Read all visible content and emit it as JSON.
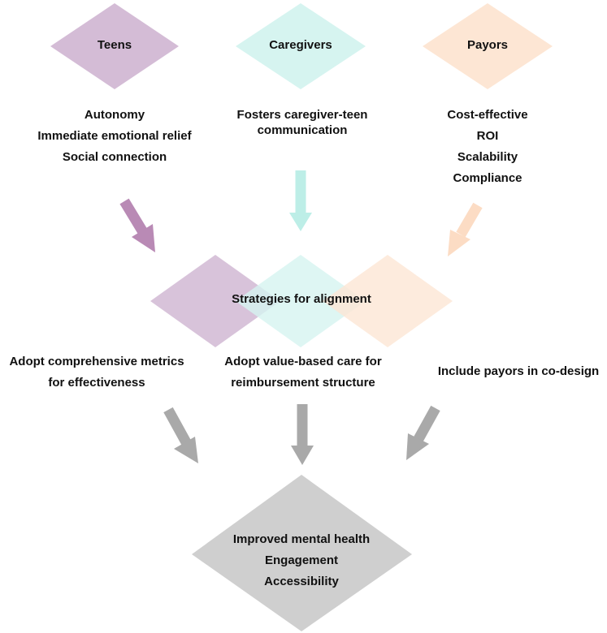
{
  "colors": {
    "teens": "#d4bcd6",
    "caregivers": "#d6f4f0",
    "payors": "#fde6d4",
    "outcome": "#cfcfcf",
    "arrow_teens": "#b98ab5",
    "arrow_caregivers": "#bdeee7",
    "arrow_payors": "#fcdcc4",
    "arrow_gray": "#a9a9a9"
  },
  "stakeholders": {
    "teens": {
      "title": "Teens",
      "items": [
        "Autonomy",
        "Immediate emotional relief",
        "Social connection"
      ]
    },
    "caregivers": {
      "title": "Caregivers",
      "items": [
        "Fosters caregiver-teen",
        "communication"
      ]
    },
    "payors": {
      "title": "Payors",
      "items": [
        "Cost-effective",
        "ROI",
        "Scalability",
        "Compliance"
      ]
    }
  },
  "alignment": {
    "title": "Strategies for alignment"
  },
  "strategies": {
    "metrics": [
      "Adopt comprehensive metrics",
      "for effectiveness"
    ],
    "value_based": [
      "Adopt value-based care for",
      "reimbursement structure"
    ],
    "codesign": [
      "Include payors in co-design"
    ]
  },
  "outcome": {
    "items": [
      "Improved mental health",
      "Engagement",
      "Accessibility"
    ]
  }
}
